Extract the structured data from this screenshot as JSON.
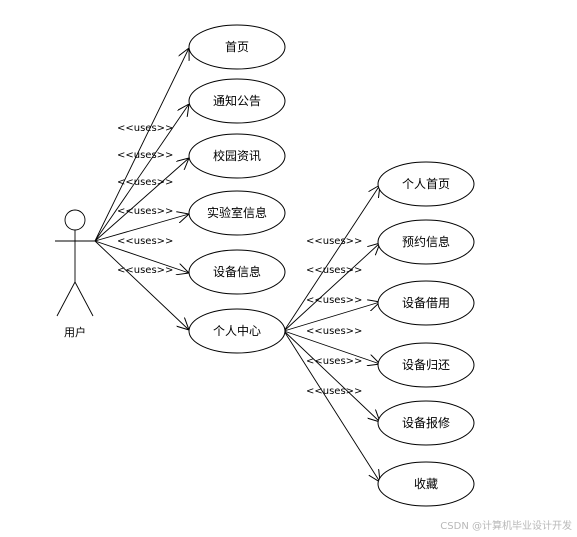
{
  "actor": {
    "name": "用户"
  },
  "stereotype": "<<uses>>",
  "use_cases": {
    "home": "首页",
    "notice": "通知公告",
    "campus_news": "校园资讯",
    "lab_info": "实验室信息",
    "device_info": "设备信息",
    "personal_center": "个人中心",
    "personal_home": "个人首页",
    "reservation": "预约信息",
    "device_borrow": "设备借用",
    "device_return": "设备归还",
    "device_repair": "设备报修",
    "favorites": "收藏"
  },
  "watermark": "CSDN @计算机毕业设计开发"
}
